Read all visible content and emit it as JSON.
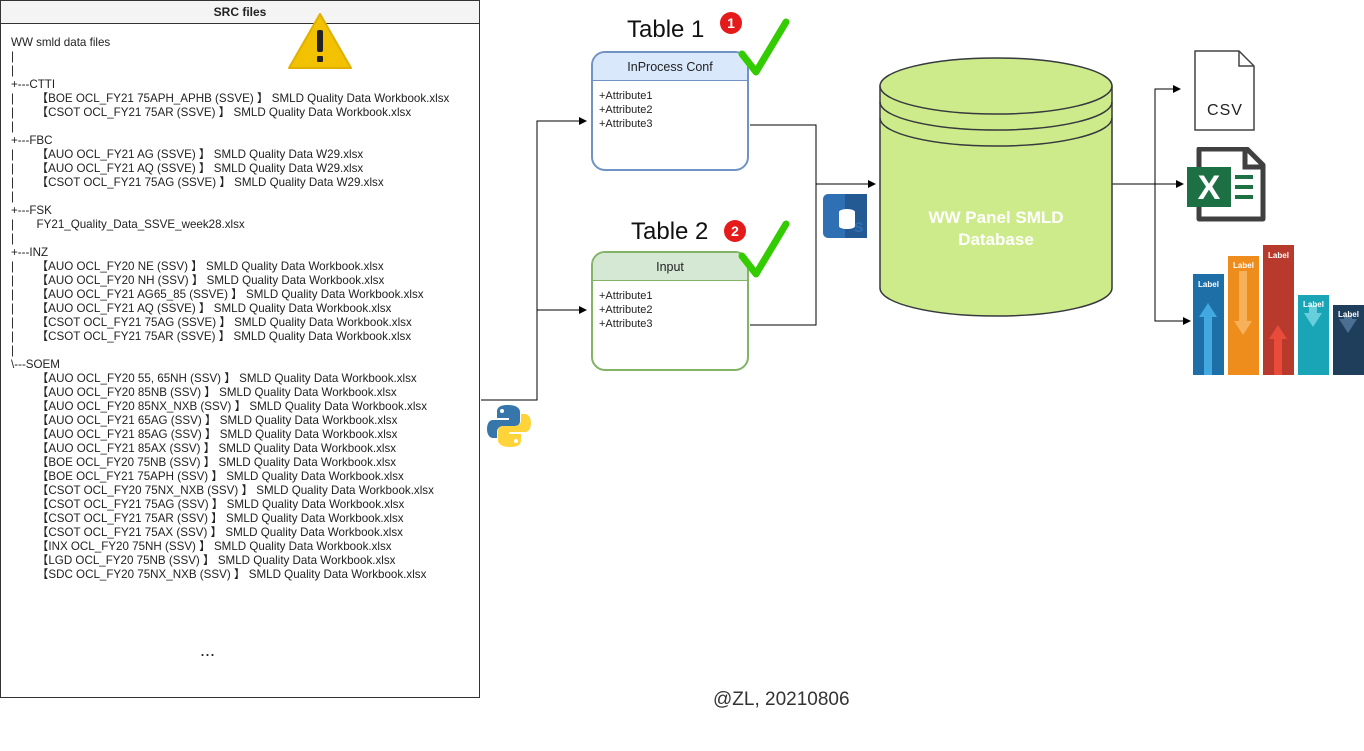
{
  "src_panel": {
    "title": "SRC files",
    "tree_lines": [
      "WW smld data files",
      "|",
      "|",
      "+---CTTI",
      "|       【BOE OCL_FY21 75APH_APHB (SSVE) 】 SMLD Quality Data Workbook.xlsx",
      "|       【CSOT OCL_FY21 75AR (SSVE) 】 SMLD Quality Data Workbook.xlsx",
      "|",
      "+---FBC",
      "|       【AUO OCL_FY21 AG (SSVE) 】 SMLD Quality Data W29.xlsx",
      "|       【AUO OCL_FY21 AQ (SSVE) 】 SMLD Quality Data W29.xlsx",
      "|       【CSOT OCL_FY21 75AG (SSVE) 】 SMLD Quality Data W29.xlsx",
      "|",
      "+---FSK",
      "|       FY21_Quality_Data_SSVE_week28.xlsx",
      "|",
      "+---INZ",
      "|       【AUO OCL_FY20 NE (SSV) 】 SMLD Quality Data Workbook.xlsx",
      "|       【AUO OCL_FY20 NH (SSV) 】 SMLD Quality Data Workbook.xlsx",
      "|       【AUO OCL_FY21 AG65_85 (SSVE) 】 SMLD Quality Data Workbook.xlsx",
      "|       【AUO OCL_FY21 AQ (SSVE) 】 SMLD Quality Data Workbook.xlsx",
      "|       【CSOT OCL_FY21 75AG (SSVE) 】 SMLD Quality Data Workbook.xlsx",
      "|       【CSOT OCL_FY21 75AR (SSVE) 】 SMLD Quality Data Workbook.xlsx",
      "|",
      "\\---SOEM",
      "        【AUO OCL_FY20 55, 65NH (SSV) 】 SMLD Quality Data Workbook.xlsx",
      "        【AUO OCL_FY20 85NB (SSV) 】 SMLD Quality Data Workbook.xlsx",
      "        【AUO OCL_FY20 85NX_NXB (SSV) 】 SMLD Quality Data Workbook.xlsx",
      "        【AUO OCL_FY21 65AG (SSV) 】 SMLD Quality Data Workbook.xlsx",
      "        【AUO OCL_FY21 85AG (SSV) 】 SMLD Quality Data Workbook.xlsx",
      "        【AUO OCL_FY21 85AX (SSV) 】 SMLD Quality Data Workbook.xlsx",
      "        【BOE OCL_FY20 75NB (SSV) 】 SMLD Quality Data Workbook.xlsx",
      "        【BOE OCL_FY21 75APH (SSV) 】 SMLD Quality Data Workbook.xlsx",
      "        【CSOT OCL_FY20 75NX_NXB (SSV) 】 SMLD Quality Data Workbook.xlsx",
      "        【CSOT OCL_FY21 75AG (SSV) 】 SMLD Quality Data Workbook.xlsx",
      "        【CSOT OCL_FY21 75AR (SSV) 】 SMLD Quality Data Workbook.xlsx",
      "        【CSOT OCL_FY21 75AX (SSV) 】 SMLD Quality Data Workbook.xlsx",
      "        【INX OCL_FY20 75NH (SSV) 】 SMLD Quality Data Workbook.xlsx",
      "        【LGD OCL_FY20 75NB (SSV) 】 SMLD Quality Data Workbook.xlsx",
      "        【SDC OCL_FY20 75NX_NXB (SSV) 】 SMLD Quality Data Workbook.xlsx"
    ],
    "ellipsis": "..."
  },
  "table1": {
    "title": "Table 1",
    "badge": "1",
    "header": "InProcess Conf",
    "attributes": [
      "+Attribute1",
      "+Attribute2",
      "+Attribute3"
    ]
  },
  "table2": {
    "title": "Table 2",
    "badge": "2",
    "header": "Input",
    "attributes": [
      "+Attribute1",
      "+Attribute2",
      "+Attribute3"
    ]
  },
  "database": {
    "label_line1": "WW Panel SMLD",
    "label_line2": "Database"
  },
  "outputs": {
    "csv_label": "CSV",
    "excel_letter": "X",
    "bar_labels": [
      "Label",
      "Label",
      "Label",
      "Label",
      "Label"
    ]
  },
  "credit": "@ZL, 20210806",
  "colors": {
    "database_fill": "#cdeb8b",
    "database_stroke": "#36393d",
    "table1_header": "#dae8fc",
    "table2_header": "#d5e8d4",
    "badge": "#e51a1a",
    "check": "#33cc00",
    "warning": "#f2c200",
    "excel_green": "#1d7044",
    "sql_blue": "#2f6fb3"
  },
  "icons": {
    "warning": "warning-triangle-icon",
    "python": "python-logo-icon",
    "sql": "sql-database-icon",
    "csv": "csv-file-icon",
    "excel": "excel-file-icon",
    "chart": "bar-chart-icon"
  }
}
